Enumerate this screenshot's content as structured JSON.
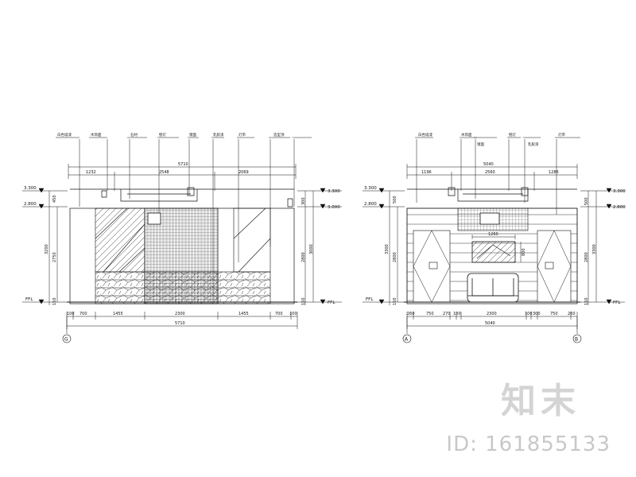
{
  "watermark": {
    "brand": "知末",
    "id": "ID: 161855133"
  },
  "left_elevation": {
    "axis_label": "G",
    "top_dims": [
      "1232",
      "2548",
      "2069"
    ],
    "top_total": "5710",
    "bottom_dims": [
      "100",
      "700",
      "1455",
      "2300",
      "1455",
      "700",
      "100"
    ],
    "bottom_total": "5710",
    "left_dims": [
      "450",
      "2750",
      "3200",
      "150"
    ],
    "right_dims": [
      "300",
      "2800",
      "3000",
      "150"
    ],
    "levels": {
      "top": "3.300",
      "ceiling_l": "2.800",
      "ceiling_r": "3.000",
      "floor": "FFL"
    },
    "notes": [
      "白色墙漆",
      "木饰面",
      "石材",
      "壁灯",
      "镜面",
      "乳胶漆",
      "灯带",
      "造型顶"
    ]
  },
  "right_elevation": {
    "axis_labels": [
      "A",
      "B"
    ],
    "top_dims": [
      "1196",
      "2560",
      "1286"
    ],
    "top_total": "5040",
    "bottom_dims": [
      "260",
      "750",
      "270",
      "100",
      "2300",
      "100",
      "300",
      "750",
      "260"
    ],
    "bottom_total": "5040",
    "left_dims": [
      "500",
      "2800",
      "3300",
      "150"
    ],
    "right_dims": [
      "500",
      "2800",
      "3300",
      "150"
    ],
    "inner_dims": {
      "width": "1260",
      "height": "800"
    },
    "levels": {
      "top": "3.300",
      "ceiling": "2.800",
      "floor": "FFL"
    },
    "notes": [
      "白色墙漆",
      "木饰面",
      "镜面",
      "壁灯",
      "乳胶漆",
      "灯带"
    ]
  }
}
